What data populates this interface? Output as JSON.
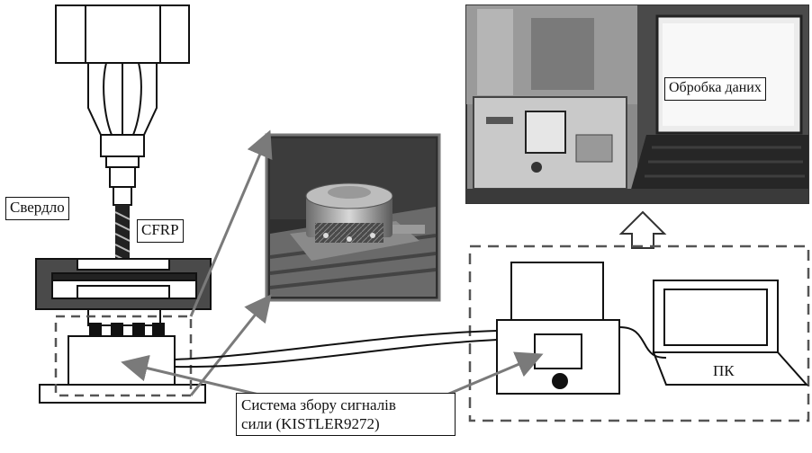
{
  "labels": {
    "drill": "Свердло",
    "cfrp": "CFRP",
    "data_processing": "Обробка даних",
    "pc": "ПК",
    "acquisition_line1": "Система збору сигналів",
    "acquisition_line2": "сили (KISTLER9272)"
  },
  "colors": {
    "line": "#111111",
    "arrow": "#7a7a7a",
    "dashed": "#555555",
    "photo_dark": "#3a3a3a"
  }
}
